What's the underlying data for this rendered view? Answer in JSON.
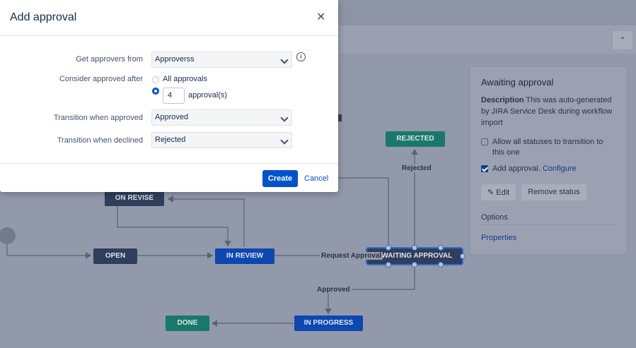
{
  "modal": {
    "title": "Add approval",
    "close_glyph": "✕",
    "approvers_label": "Get approvers from",
    "approvers_value": "Approverss",
    "consider_label": "Consider approved after",
    "option_all": "All approvals",
    "option_count_value": "4",
    "option_count_suffix": "approval(s)",
    "transition_approved_label": "Transition when approved",
    "transition_approved_value": "Approved",
    "transition_declined_label": "Transition when declined",
    "transition_declined_value": "Rejected",
    "create_label": "Create",
    "cancel_label": "Cancel",
    "info_glyph": "i",
    "selected_option": "count"
  },
  "workflow": {
    "nodes": {
      "on_revise": "ON REVISE",
      "open": "OPEN",
      "in_review": "IN REVIEW",
      "awaiting_approval": "AWAITING APPROVAL",
      "rejected": "REJECTED",
      "in_progress": "IN PROGRESS",
      "done": "DONE"
    },
    "edges": {
      "request_approval": "Request Approval",
      "rejected": "Rejected",
      "approved": "Approved"
    }
  },
  "panel": {
    "title": "Awaiting approval",
    "description_label": "Description",
    "description_text": " This was auto-generated by JIRA Service Desk during workflow import",
    "allow_all_label": "Allow all statuses to transition to this one",
    "allow_all_checked": false,
    "add_approval_label": "Add approval.",
    "configure_label": "Configure",
    "add_approval_checked": true,
    "edit_label": "Edit",
    "remove_label": "Remove status",
    "options_title": "Options",
    "properties_label": "Properties"
  },
  "toolbar": {
    "collapse_glyph": "⌃"
  },
  "colors": {
    "primary": "#0052cc",
    "status_dark": "#2f3e5c",
    "status_blue": "#0d47b0",
    "status_green": "#18796a"
  }
}
